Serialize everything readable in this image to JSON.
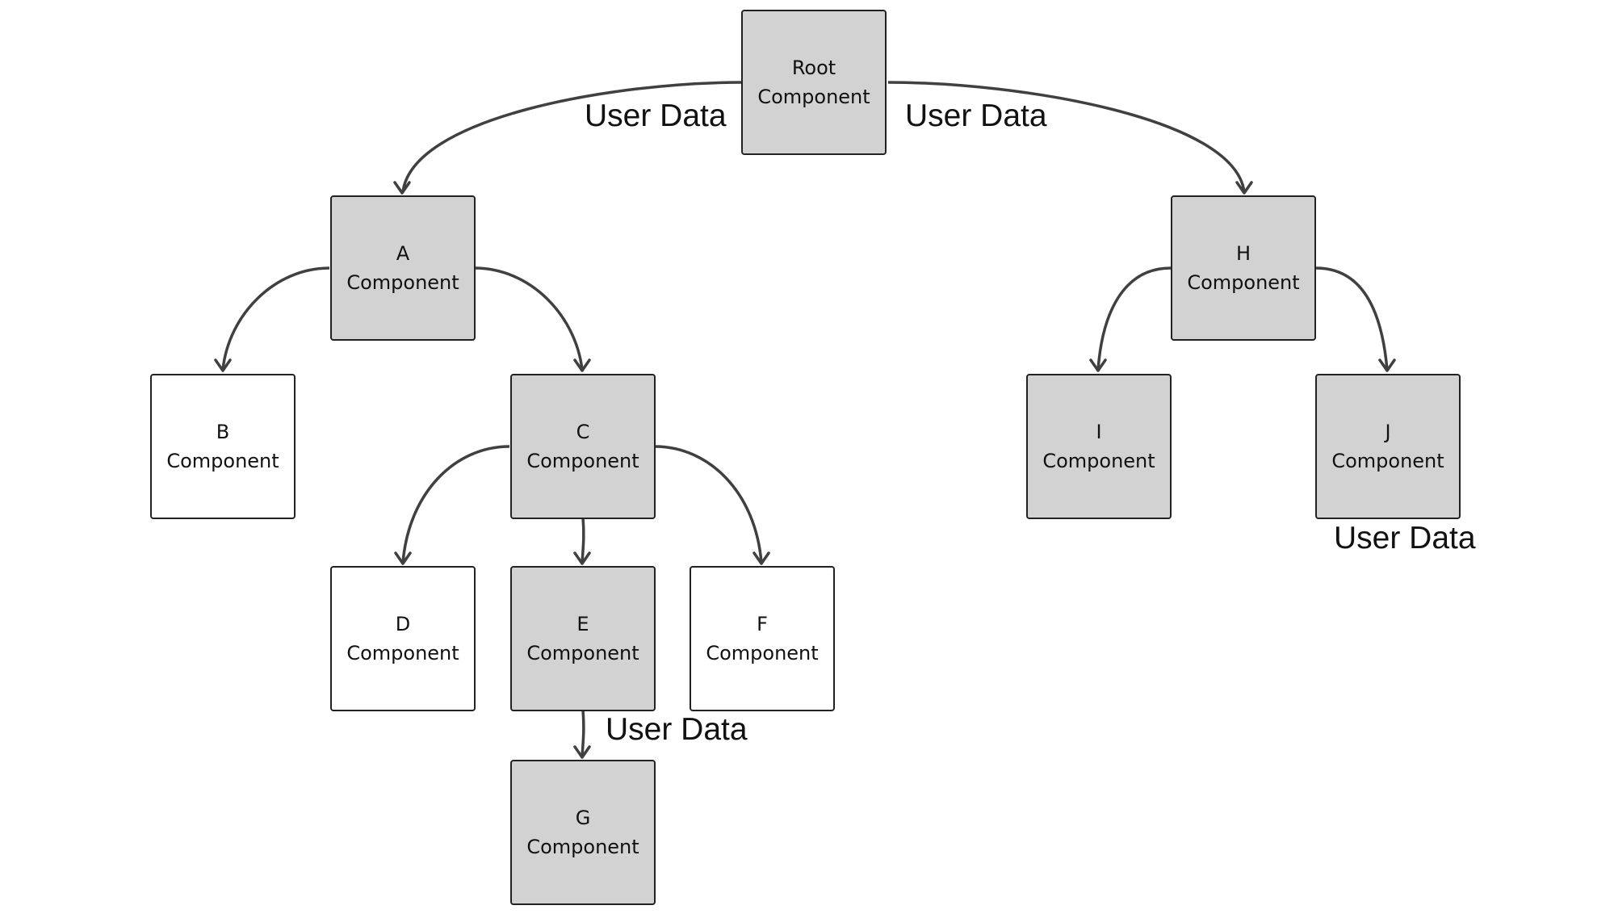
{
  "colors": {
    "shaded_fill": "#d3d2d3",
    "plain_fill": "#ffffff",
    "border": "#222222",
    "edge": "#404040",
    "text": "#111111"
  },
  "nodes": {
    "root": {
      "name": "Root",
      "type": "Component",
      "shaded": true
    },
    "a": {
      "name": "A",
      "type": "Component",
      "shaded": true
    },
    "b": {
      "name": "B",
      "type": "Component",
      "shaded": false
    },
    "c": {
      "name": "C",
      "type": "Component",
      "shaded": true
    },
    "d": {
      "name": "D",
      "type": "Component",
      "shaded": false
    },
    "e": {
      "name": "E",
      "type": "Component",
      "shaded": true
    },
    "f": {
      "name": "F",
      "type": "Component",
      "shaded": false
    },
    "g": {
      "name": "G",
      "type": "Component",
      "shaded": true
    },
    "h": {
      "name": "H",
      "type": "Component",
      "shaded": true
    },
    "i": {
      "name": "I",
      "type": "Component",
      "shaded": true
    },
    "j": {
      "name": "J",
      "type": "Component",
      "shaded": true
    }
  },
  "edges": [
    {
      "from": "Root",
      "to": "A"
    },
    {
      "from": "Root",
      "to": "H"
    },
    {
      "from": "A",
      "to": "B"
    },
    {
      "from": "A",
      "to": "C"
    },
    {
      "from": "C",
      "to": "D"
    },
    {
      "from": "C",
      "to": "E"
    },
    {
      "from": "C",
      "to": "F"
    },
    {
      "from": "E",
      "to": "G"
    },
    {
      "from": "H",
      "to": "I"
    },
    {
      "from": "H",
      "to": "J"
    }
  ],
  "labels": {
    "root_to_a": "User Data",
    "root_to_h": "User Data",
    "e_to_g": "User Data",
    "below_j": "User Data"
  }
}
